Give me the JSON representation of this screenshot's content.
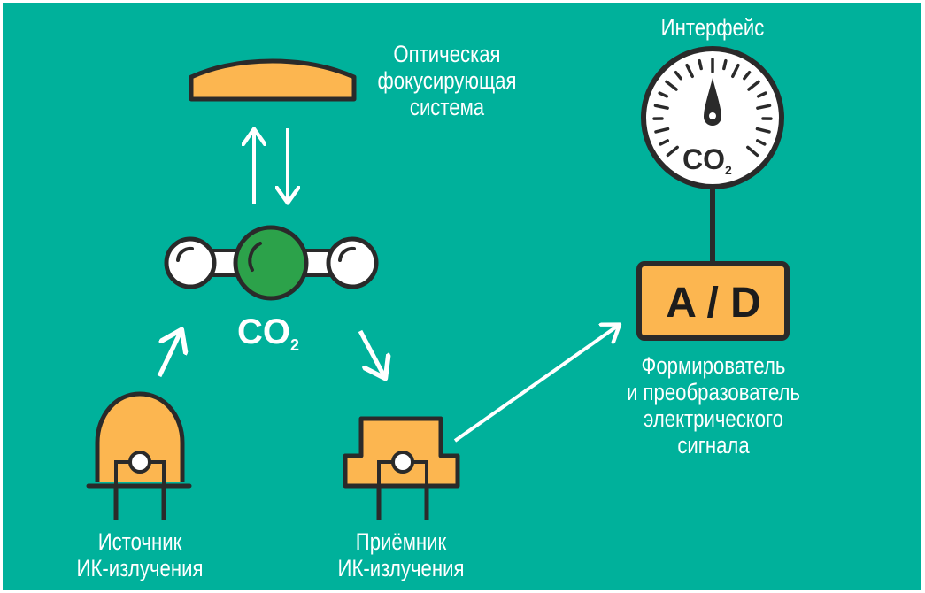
{
  "colors": {
    "background": "#00b19b",
    "component_fill": "#fcb650",
    "outline": "#2a2a2a",
    "arrow": "#ffffff",
    "carbon_atom": "#2ca24a",
    "oxygen_atom": "#ffffff"
  },
  "lens": {
    "label_lines": [
      "Оптическая",
      "фокусирующая",
      "система"
    ]
  },
  "molecule": {
    "formula_main": "CO",
    "formula_subscript": "2"
  },
  "source": {
    "label_lines": [
      "Источник",
      "ИК-излучения"
    ]
  },
  "receiver": {
    "label_lines": [
      "Приёмник",
      "ИК-излучения"
    ]
  },
  "gauge": {
    "title": "Интерфейс",
    "formula_main": "CO",
    "formula_subscript": "2"
  },
  "converter": {
    "text": "A / D",
    "label_lines": [
      "Формирователь",
      "и преобразователь",
      "электрического",
      "сигнала"
    ]
  },
  "icons": {
    "lens": "optical-lens-icon",
    "molecule": "co2-molecule-icon",
    "source": "ir-source-led-icon",
    "receiver": "ir-receiver-icon",
    "gauge": "gauge-dial-icon"
  }
}
